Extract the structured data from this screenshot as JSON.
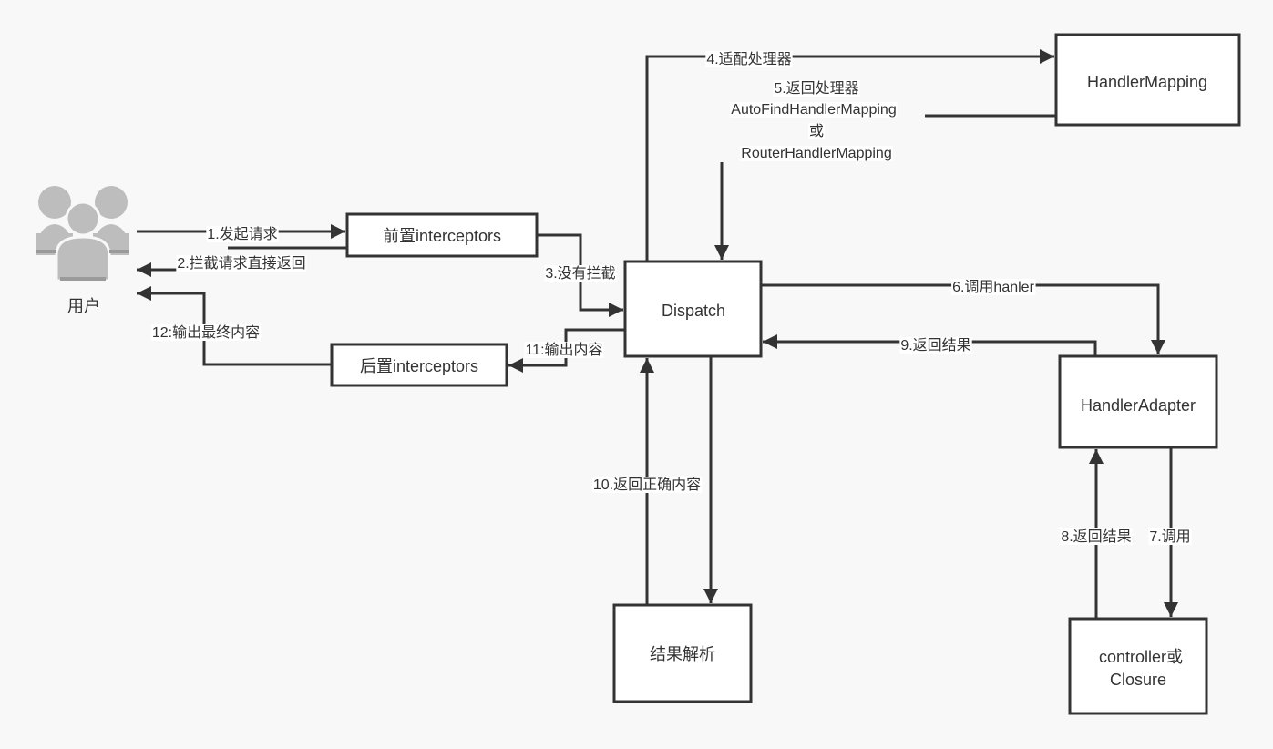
{
  "diagram": {
    "nodes": {
      "user": {
        "label": "用户",
        "icon": "users-icon"
      },
      "pre_interceptors": {
        "label": "前置interceptors"
      },
      "post_interceptors": {
        "label": "后置interceptors"
      },
      "dispatch": {
        "label": "Dispatch"
      },
      "handler_mapping": {
        "label": "HandlerMapping"
      },
      "handler_adapter": {
        "label": "HandlerAdapter"
      },
      "controller": {
        "label_line1": "controller或",
        "label_line2": "Closure"
      },
      "result_parser": {
        "label": "结果解析"
      }
    },
    "edges": {
      "e1": {
        "label": "1.发起请求"
      },
      "e2": {
        "label": "2.拦截请求直接返回"
      },
      "e3": {
        "label": "3.没有拦截"
      },
      "e4": {
        "label": "4.适配处理器"
      },
      "e5": {
        "line1": "5.返回处理器",
        "line2": "AutoFindHandlerMapping",
        "line3": "或",
        "line4": "RouterHandlerMapping"
      },
      "e6": {
        "label": "6.调用hanler"
      },
      "e7": {
        "label": "7.调用"
      },
      "e8": {
        "label": "8.返回结果"
      },
      "e9": {
        "label": "9.返回结果"
      },
      "e10": {
        "label": "10.返回正确内容"
      },
      "e11": {
        "label": "11:输出内容"
      },
      "e12": {
        "label": "12:输出最终内容"
      }
    },
    "colors": {
      "stroke": "#333333",
      "background": "#f8f8f8",
      "box_fill": "#ffffff",
      "icon": "#bdbdbd"
    }
  }
}
